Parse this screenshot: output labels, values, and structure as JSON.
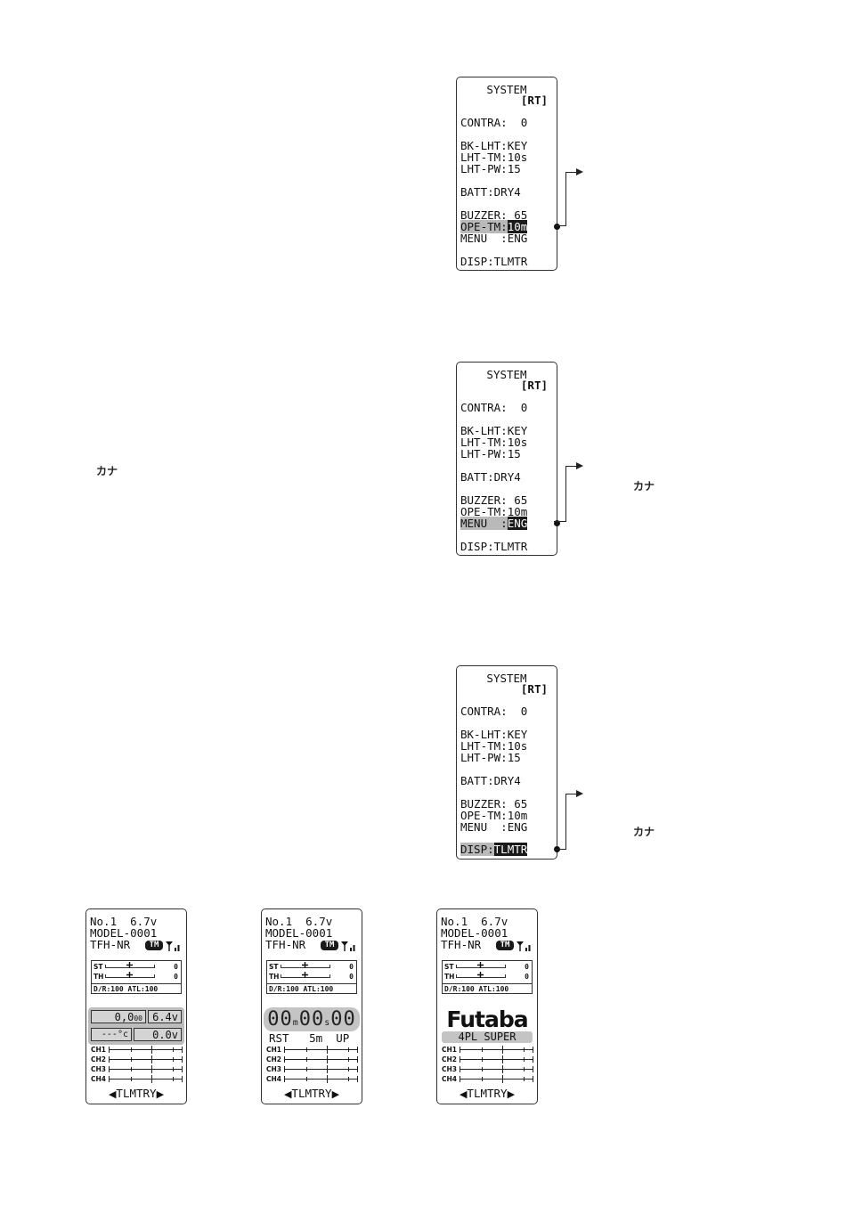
{
  "system_screen": {
    "title": "SYSTEM",
    "subtitle": "[RT]",
    "rows": {
      "contra_label": "CONTRA:",
      "contra_value": "0",
      "bklht_label": "BK-LHT:",
      "bklht_value": "KEY",
      "lhttm_label": "LHT-TM:",
      "lhttm_value": "10s",
      "lhtpw_label": "LHT-PW:",
      "lhtpw_value": "15",
      "batt_label": "BATT:",
      "batt_value": "DRY4",
      "buzzer_label": "BUZZER:",
      "buzzer_value": "65",
      "opetm_label": "OPE-TM:",
      "opetm_value": "10m",
      "menu_label": "MENU  :",
      "menu_value": "ENG",
      "disp_label": "DISP:",
      "disp_value": "TLMTR"
    }
  },
  "kana_labels": [
    "カナ",
    "カナ",
    "カナ"
  ],
  "home_screen": {
    "line1": "No.1  6.7v",
    "line2": "MODEL-0001",
    "line3": "TFH-NR",
    "tm_badge": "TM",
    "trim": {
      "st_label": "ST",
      "st_value": "0",
      "th_label": "TH",
      "th_value": "0",
      "dr_line": "D/R:100 ATL:100"
    },
    "channels": [
      "CH1",
      "CH2",
      "CH3",
      "CH4"
    ],
    "nav_label": "TLMTRY",
    "telemetry": {
      "rpm": "0,0",
      "rpm_unit": "00",
      "volt1": "6.4v",
      "temp": "---°c",
      "volt2": "0.0v"
    },
    "timer": {
      "minutes": "00",
      "m_unit": "m",
      "seconds": "00",
      "s_unit": "s",
      "hundredths": "00",
      "info": "RST   5m  UP"
    },
    "logo": "Futaba",
    "logo_sub": "4PL SUPER"
  }
}
